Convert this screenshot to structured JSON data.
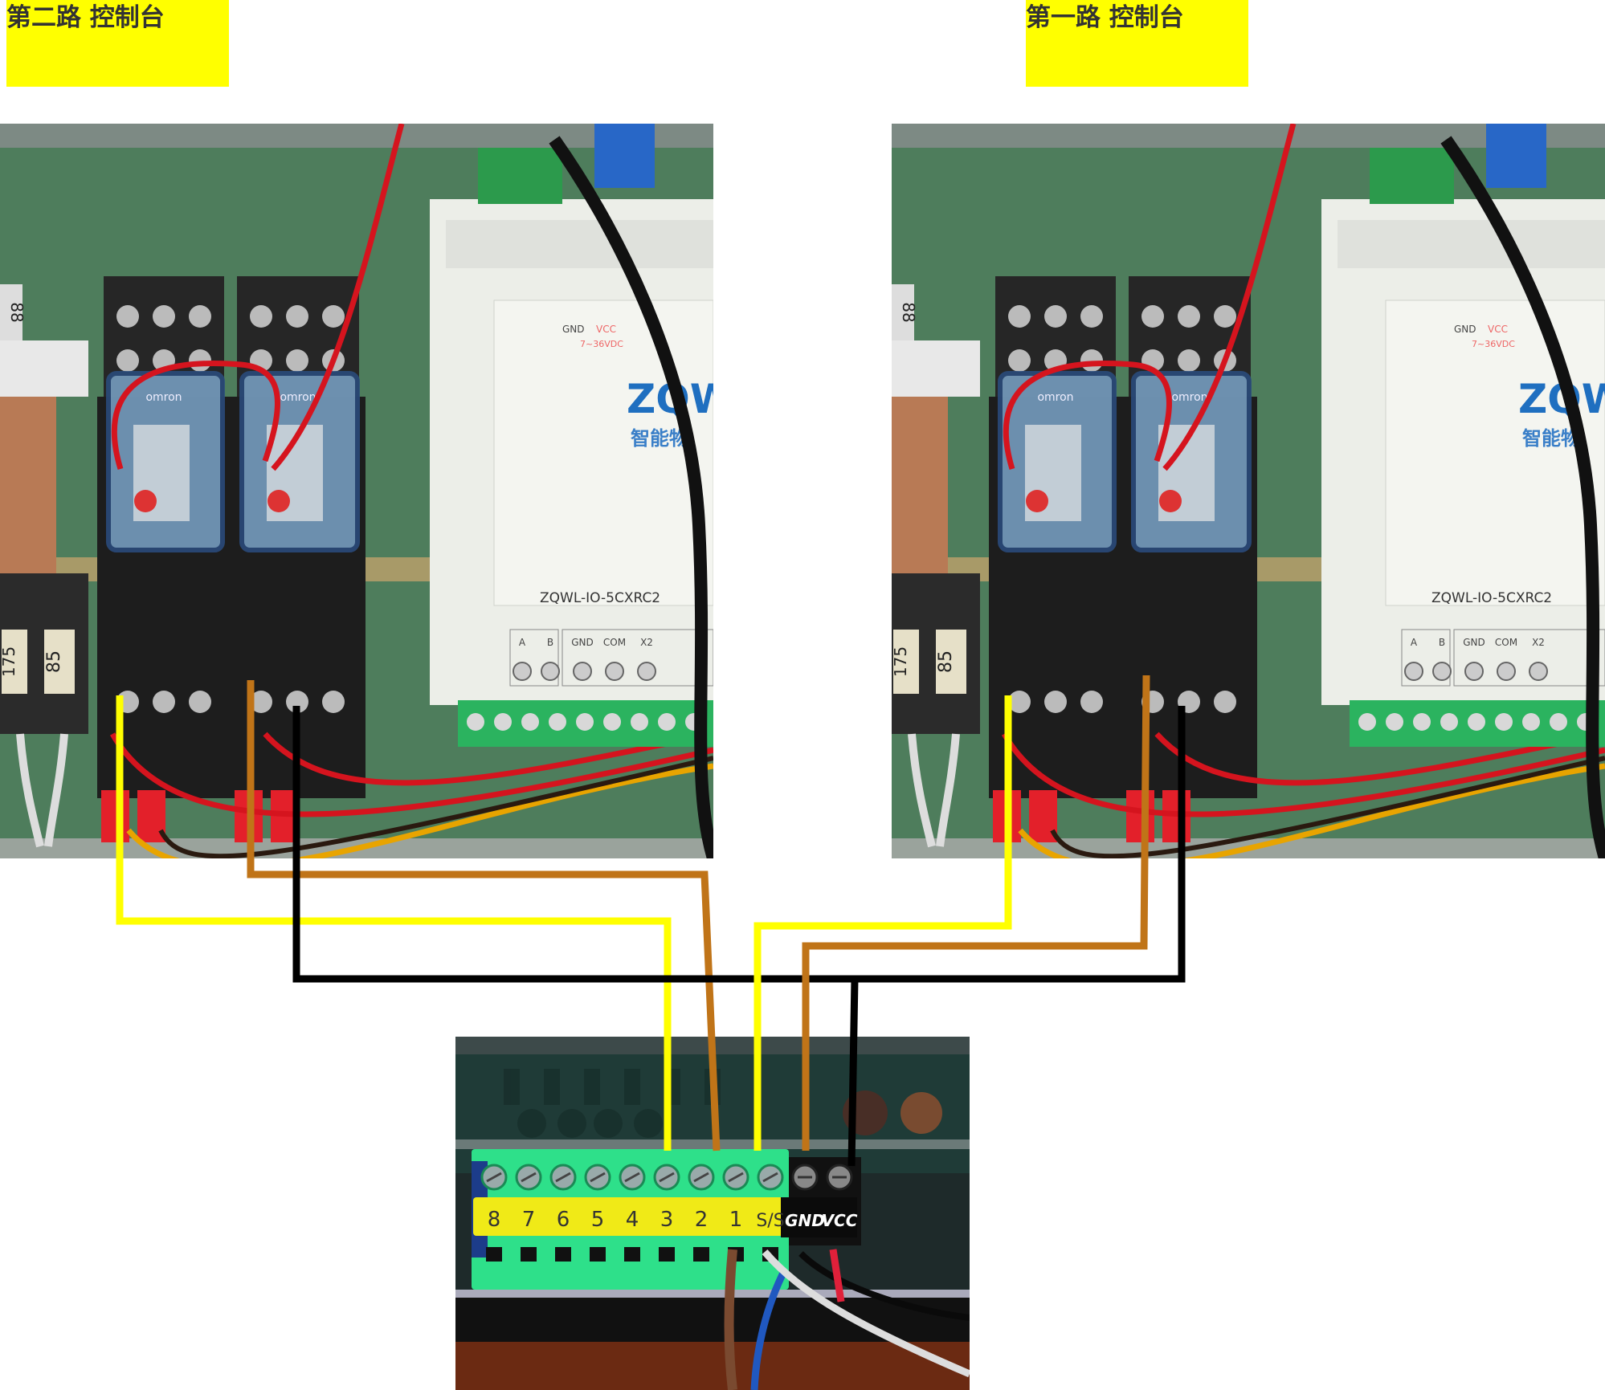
{
  "labels": {
    "left": "第二路 控制台",
    "right": "第一路 控制台"
  },
  "relay_panel": {
    "module_model": "ZQWL-IO-5CXRC2",
    "module_logo": "ZQWL",
    "module_logo_cn": "智能物",
    "module_power_labels": [
      "GND",
      "VCC",
      "7~36VDC"
    ],
    "module_terminal_labels": [
      "A",
      "B",
      "GND",
      "COM",
      "X2"
    ],
    "relay_brand": "omron",
    "side_labels": [
      "88",
      "175",
      "85"
    ]
  },
  "controller": {
    "terminals": [
      "8",
      "7",
      "6",
      "5",
      "4",
      "3",
      "2",
      "1",
      "S/S"
    ],
    "power_terminals": [
      "GND",
      "VCC"
    ]
  },
  "wire_colors": {
    "yellow": "#ffff00",
    "brown": "#c07418",
    "black": "#000000"
  }
}
